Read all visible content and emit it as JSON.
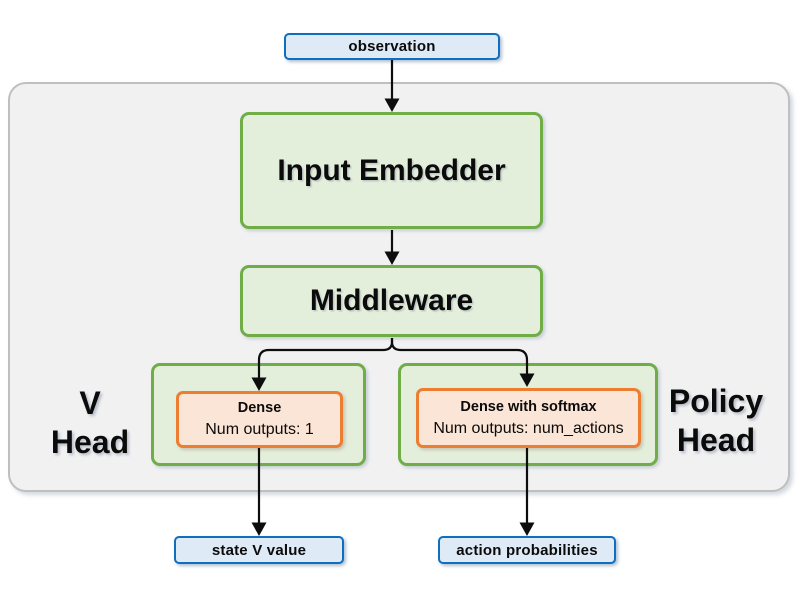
{
  "colors": {
    "blue_border": "#0F6FBE",
    "blue_fill": "#DEEAF6",
    "green_border": "#70AD47",
    "green_fill": "#E4EFDB",
    "orange_border": "#ED7D31",
    "orange_fill": "#FBE5D6",
    "container_fill": "#F1F1F2",
    "container_border": "#BFBFBF",
    "arrow": "#0D0D0D"
  },
  "nodes": {
    "observation": {
      "label": "observation"
    },
    "input_embedder": {
      "label": "Input Embedder"
    },
    "middleware": {
      "label": "Middleware"
    },
    "v_head": {
      "label_line1": "V",
      "label_line2": "Head",
      "dense_title": "Dense",
      "dense_subtitle": "Num outputs: 1"
    },
    "policy_head": {
      "label_line1": "Policy",
      "label_line2": "Head",
      "dense_title": "Dense with softmax",
      "dense_subtitle": "Num outputs: num_actions"
    },
    "state_v_value": {
      "label": "state V value"
    },
    "action_probabilities": {
      "label": "action probabilities"
    }
  }
}
